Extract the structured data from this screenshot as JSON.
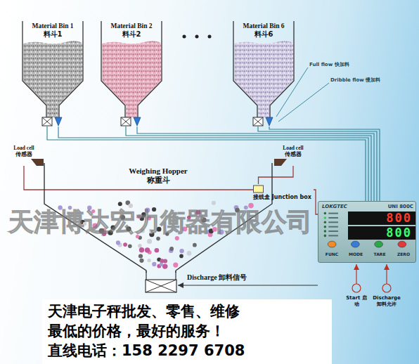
{
  "diagram": {
    "nodes": [
      {
        "text": [
          "Material Bin 1",
          "料斗1"
        ]
      },
      {
        "text": [
          "Material Bin 2",
          "料斗2"
        ]
      },
      {
        "text": [
          "Material Bin 6",
          "料斗6"
        ]
      },
      {
        "text": [
          "Load cell",
          "传感器"
        ]
      },
      {
        "text": [
          "Weighing Hopper",
          "称重斗"
        ]
      },
      {
        "text": [
          "Load cell",
          "传感器"
        ]
      },
      {
        "text": [
          "接线盒 Junction box"
        ]
      },
      {
        "text": [
          "LOKGTEC",
          "UNI 800C",
          "800",
          "800",
          "FUNC",
          "MODE",
          "TARE",
          "ZERO"
        ]
      }
    ],
    "edges": [
      {
        "from": 0,
        "to": 7,
        "arrow": "none"
      },
      {
        "from": 0,
        "to": 7,
        "arrow": "none"
      },
      {
        "from": 1,
        "to": 7,
        "arrow": "none"
      },
      {
        "from": 1,
        "to": 7,
        "arrow": "none"
      },
      {
        "from": 2,
        "to": 7,
        "arrow": "none"
      },
      {
        "from": 2,
        "to": 7,
        "arrow": "none"
      },
      {
        "from": 3,
        "to": 6,
        "arrow": "none"
      },
      {
        "from": 5,
        "to": 6,
        "arrow": "none"
      },
      {
        "from": 6,
        "to": 7,
        "arrow": "none"
      }
    ],
    "labels": [
      "Full flow 快加料",
      "Dribble flow 慢加料",
      "Discharge 卸料信号",
      "Start 启动",
      "Discharge 卸料允许",
      "天津博达宏力衡器有限公司",
      "天津电子秤批发、零售、维修",
      "最低的价格，最好的服务！",
      "直线电话：158 2297 6708"
    ]
  }
}
